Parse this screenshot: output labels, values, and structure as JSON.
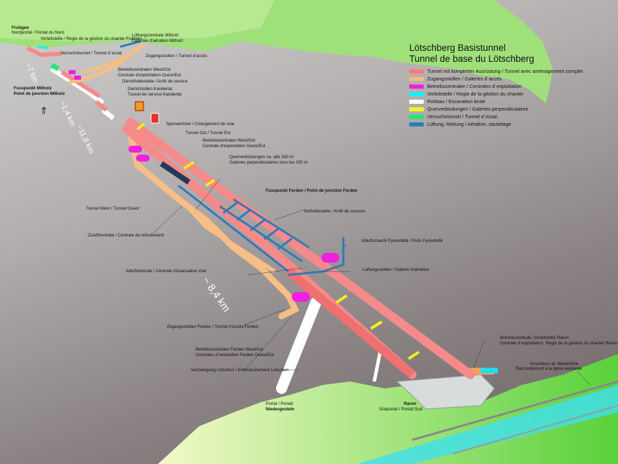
{
  "legend": {
    "title_de": "Lötschberg Basistunnel",
    "title_fr": "Tunnel de base du Lötschberg",
    "items": [
      {
        "label": "Tunnel mit kompletter Ausrüstung / Tunnel avec aménagement complet",
        "color": "#f77a7a"
      },
      {
        "label": "Zugangsstollen / Galeries d´accès",
        "color": "#f9b97a"
      },
      {
        "label": "Betriebszentralen / Centrales d´exploitation",
        "color": "#f21ee0"
      },
      {
        "label": "Vorleitstelle / Regie de la gèstion du chanter",
        "color": "#13f3f7"
      },
      {
        "label": "Rohbau / Excavation brute",
        "color": "#ffffff"
      },
      {
        "label": "Querverbindungen / Galeries perpendiculaires",
        "color": "#f7f51e"
      },
      {
        "label": "Versuchstunnel / Tunnel d´essai",
        "color": "#1ee87a"
      },
      {
        "label": "Lüftung, Rettung / Aération, sauvetage",
        "color": "#2f7ab8"
      }
    ]
  },
  "labels": {
    "frutigen": "Frutigen",
    "nordportal": "Nordportal / Portail du Nord",
    "vorleitstelle_frutigen": "Vorleitstelle / Regie de la gèstion du chanter Frutigen",
    "lueftung_mitholz_1": "Lüftungszentrale Mitholz",
    "lueftung_mitholz_2": "Centrale d'aération Mitholz",
    "versuchstunnel": "Versuchstunnel / Tunnel d´essai",
    "zugangsstollen": "Zugangsstollen / Tunnel d'accès",
    "bz_west_ost_1": "Betriebszentralen West/Ost",
    "bz_west_ost_2": "Centrale d'exploitation Ouest/Est",
    "diensthalte": "Diensthaltestelle / Arrêt de service",
    "dienststollen_1": "Dienststollen Kandertal",
    "dienststollen_2": "Tunnel de service Kandertal",
    "fusspunkt_mitholz_1": "Fusspunkt Mitholz",
    "fusspunkt_mitholz_2": "Point de jonction Mitholz",
    "spurwechsel": "Spurwechsel / Changement de voie",
    "tunnel_ost": "Tunnel Ost / Tunnel Est",
    "bz2_1": "Betriebszentralen West/Ost",
    "bz2_2": "Centrale d'exploitation Ouest/Est",
    "quer_1": "Querverbindungen ca. alle 330 m",
    "quer_2": "Galeries perpendiculaires tous les 330 m",
    "fusspunkt_ferden": "Fusspunkt Ferden / Point de jonction Ferden",
    "tunnel_west": "Tunnel West / Tunnel Ouest",
    "nothalte": "Nothaltestelle / Arrêt de secours",
    "zuluft": "Zuluftzentrale / Centrale de refoulement",
    "abluftschacht": "Abluftschacht Fystertellä / Puits Fystertellä",
    "lueftungsstollen": "Lüftungsstollen / Galerie d'aération",
    "abluftzentrale": "Abluftzentrale / Centrale d'évacuation d'air",
    "zugang_ferden": "Zugangsstollen Ferden / Tunnel d'accès Ferden",
    "bz_ferden_1": "Betriebszentralen Ferden West/Ost",
    "bz_ferden_2": "Centrales d´exloitation Ferden Ouest/Est",
    "verzweigung": "Verzweigung Lötschen / Embranchement Lötschen",
    "portal_1": "Portal / Portail",
    "portal_2": "Niedergesteln",
    "raron_1": "Raron",
    "raron_2": "Südportal / Portail Sud",
    "bz_raron_1": "Betriebszentrale, Vorleitstelle Raron",
    "bz_raron_2": "Centrale d´exploitation, Regie de la gèstion du chanter Raron",
    "anschluss_1": "Anschluss an Stammlinie",
    "anschluss_2": "Raccordement à la lignie existante",
    "km_7": "~7 km",
    "km_1_4": "~1,4 km",
    "km_11_8": "~11,8 km",
    "km_8_4": "~ 8,4 km"
  }
}
